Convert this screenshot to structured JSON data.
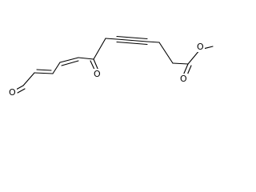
{
  "molecule": {
    "atoms": {
      "ketone_oxygen": "O",
      "ester_carbonyl_oxygen": "O",
      "ester_ether_oxygen": "O",
      "aldehyde_oxygen": "O"
    }
  },
  "colors": {
    "bond": "#000000",
    "label": "#000000",
    "background": "#ffffff"
  }
}
